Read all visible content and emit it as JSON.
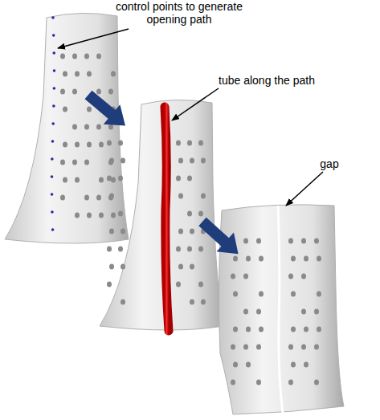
{
  "diagram": {
    "labels": [
      "control points to generate opening path",
      "tube along the path",
      "gap"
    ]
  }
}
